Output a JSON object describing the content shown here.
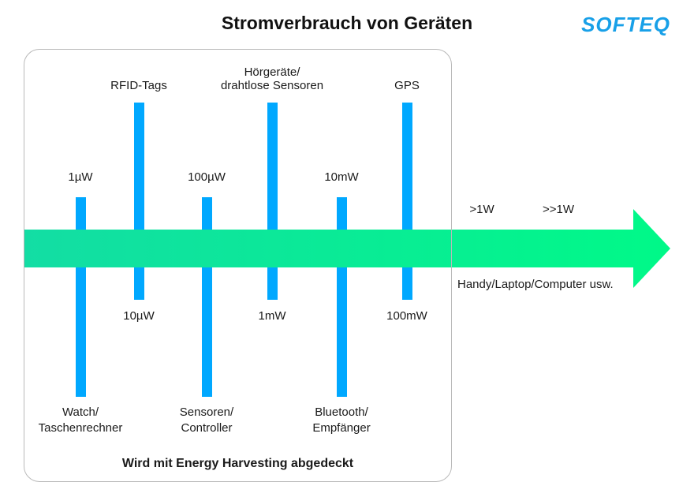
{
  "header": {
    "title": "Stromverbrauch von Geräten",
    "logo_text": "SOFTEQ"
  },
  "colors": {
    "bar_blue": "#00A8FF",
    "arrow_gradient_start": "#13DDA4",
    "arrow_gradient_end": "#00F988",
    "logo_blue": "#18A0E8",
    "box_border": "#b9b9b9"
  },
  "energy_harvesting_box": {
    "caption": "Wird mit Energy Harvesting abgedeckt"
  },
  "timeline": {
    "columns": [
      {
        "power": "1µW",
        "power_position": "above",
        "device_position": "below",
        "device": [
          "Watch/",
          "Taschenrechner"
        ]
      },
      {
        "power": "10µW",
        "power_position": "below",
        "device_position": "above",
        "device": [
          "RFID-Tags"
        ]
      },
      {
        "power": "100µW",
        "power_position": "above",
        "device_position": "below",
        "device": [
          "Sensoren/",
          "Controller"
        ]
      },
      {
        "power": "1mW",
        "power_position": "below",
        "device_position": "above",
        "device": [
          "Hörgeräte/",
          "drahtlose Sensoren"
        ]
      },
      {
        "power": "10mW",
        "power_position": "above",
        "device_position": "below",
        "device": [
          "Bluetooth/",
          "Empfänger"
        ]
      },
      {
        "power": "100mW",
        "power_position": "below",
        "device_position": "above",
        "device": [
          "GPS"
        ]
      }
    ],
    "beyond": {
      "label_1w": ">1W",
      "label_gg1w": ">>1W",
      "device": "Handy/Laptop/Computer usw."
    }
  }
}
